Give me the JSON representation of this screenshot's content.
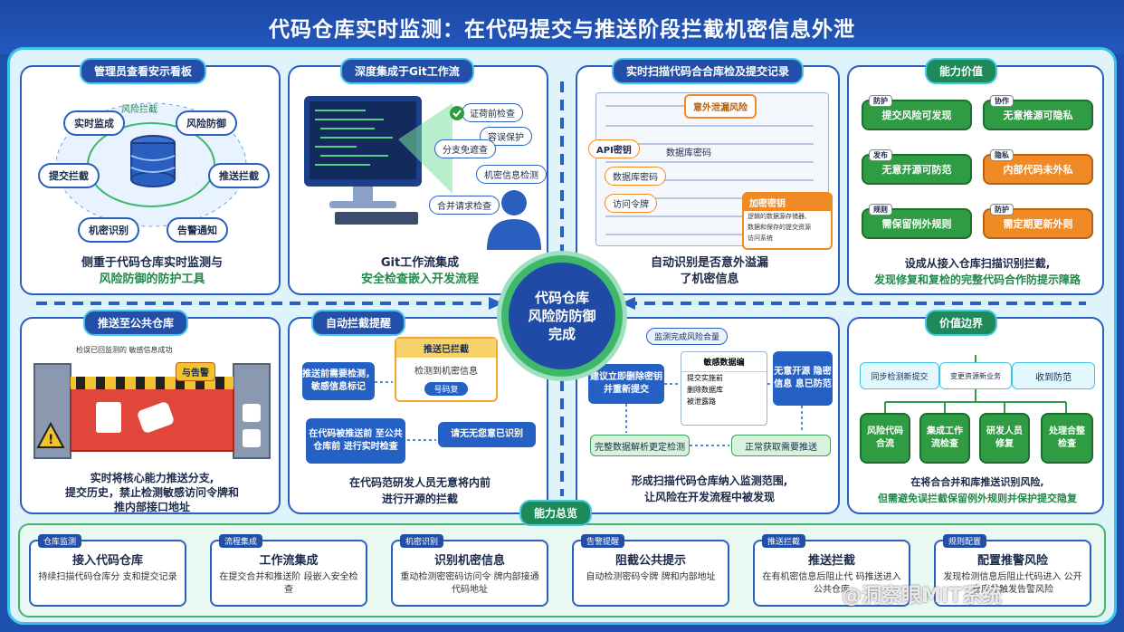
{
  "title": "代码仓库实时监测：在代码提交与推送阶段拦截机密信息外泄",
  "center": {
    "line1": "代码仓库",
    "line2": "风险防防御",
    "line3": "完成"
  },
  "panel_dashboard": {
    "tag": "管理员查看安示看板",
    "hub_label": "风险拦截",
    "nodes": [
      "实时监成",
      "风险防御",
      "提交拦截",
      "推送拦截",
      "机密识别",
      "告警通知"
    ],
    "caption_line1": "侧重于代码仓库实时监测与",
    "caption_line2": "风险防御的防护工具"
  },
  "panel_git": {
    "tag": "深度集成于Git工作流",
    "steps": [
      "证荷前检查",
      "容误保护",
      "分支免遮查",
      "机密信息检测",
      "合并请求检查"
    ],
    "caption_line1": "Git工作流集成",
    "caption_line2": "安全检查嵌入开发流程"
  },
  "panel_scan": {
    "tag": "实时扫描代码合合库检及提交记录",
    "popup": "意外泄漏风险",
    "pills": [
      "API密钥",
      "数据库密码",
      "数据库密码",
      "访问令牌"
    ],
    "card_title": "加密密钥",
    "card_lines": [
      "逻辑的数据源存储器,",
      "数据和保存的提交资源",
      "访问系统"
    ],
    "caption_line1": "自动识别是否意外溢漏",
    "caption_line2": "了机密信息"
  },
  "panel_value": {
    "tag": "能力价值",
    "boxes": [
      {
        "mini": "防护",
        "label": "提交风险可发现"
      },
      {
        "mini": "协作",
        "label": "无意推源可隐私"
      },
      {
        "mini": "发布",
        "label": "无意开源可防范"
      },
      {
        "mini": "隐私",
        "label": "内部代码未外私"
      },
      {
        "mini": "规则",
        "label": "需保留例外规则"
      },
      {
        "mini": "防护",
        "label": "需定期更新外则"
      }
    ],
    "caption_line1": "设成从接入仓库扫描识别拦截,",
    "caption_line2": "发现修复和复检的完整代码合作防提示障路"
  },
  "panel_push": {
    "tag": "推送至公共仓库",
    "alert": "与告警",
    "sign": "检误已回监测的 敏感信息成功",
    "caption_line1": "实时将核心能力推送分支,",
    "caption_line2": "提交历史，禁止检测敏感访问令牌和",
    "caption_line3": "推内部接口地址"
  },
  "panel_block": {
    "tag": "自动拦截提醒",
    "dialog_title": "推送已拦截",
    "dialog_body": "检测到机密信息",
    "dialog_btn": "号码复",
    "left_box": "推送前需要检测，敏感信息标记",
    "mid_box": "在代码被推送前 至公共仓库前 进行实时检查",
    "right_box": "请无无您意已识别",
    "caption_line1": "在代码范研发人员无意将内前",
    "caption_line2": "进行开源的拦截"
  },
  "panel_flow": {
    "tag": "监测完成风险合量",
    "box1": "建议立即删除密钥并重新提交",
    "box2_title": "敏感数据编",
    "box2_lines": [
      "提交实施前",
      "删除数据库",
      "被泄露路"
    ],
    "box3": "无意开源 隐密信息 息已防范",
    "bar1": "完整数据解析更定检测",
    "bar2": "正常获取需要推送",
    "caption_line1": "形成扫描代码仓库纳入监测范围,",
    "caption_line2": "让风险在开发流程中被发现"
  },
  "panel_boundary": {
    "tag": "价值边界",
    "top_left": "同步检测新提交",
    "top_mid": "变更资源新业务",
    "top_right": "收到防范",
    "items": [
      "风险代码合流",
      "集成工作流检查",
      "研发人员修复",
      "处理合整检查"
    ],
    "caption_line1": "在将合合并和库推送识别风险,",
    "caption_line2": "但需避免误拦截保留例外规则并保护提交隐复"
  },
  "summary_tag": "能力总览",
  "summary": [
    {
      "mini": "仓库监测",
      "title": "接入代码仓库",
      "desc": "持续扫描代码仓库分 支和提交记录"
    },
    {
      "mini": "流程集成",
      "title": "工作流集成",
      "desc": "在提交合并和推送阶 段嵌入安全检查"
    },
    {
      "mini": "机密识别",
      "title": "识别机密信息",
      "desc": "重动检测密密码访问令 牌内部接通代码地址"
    },
    {
      "mini": "告警提醒",
      "title": "阻截公共提示",
      "desc": "自动检测密码令牌 牌和内部地址"
    },
    {
      "mini": "推送拦截",
      "title": "推送拦截",
      "desc": "在有机密信息后阻止代 码推送进入公共仓库"
    },
    {
      "mini": "规则配置",
      "title": "配置推警风险",
      "desc": "发现检测信息后阻止代码进入 公开仓库并触发告警风险"
    }
  ],
  "watermark": "@洞察眼MIT系统",
  "colors": {
    "navy": "#1d4fae",
    "accent": "#3cc4e6",
    "green": "#2f9c44",
    "orange": "#f08a24"
  }
}
